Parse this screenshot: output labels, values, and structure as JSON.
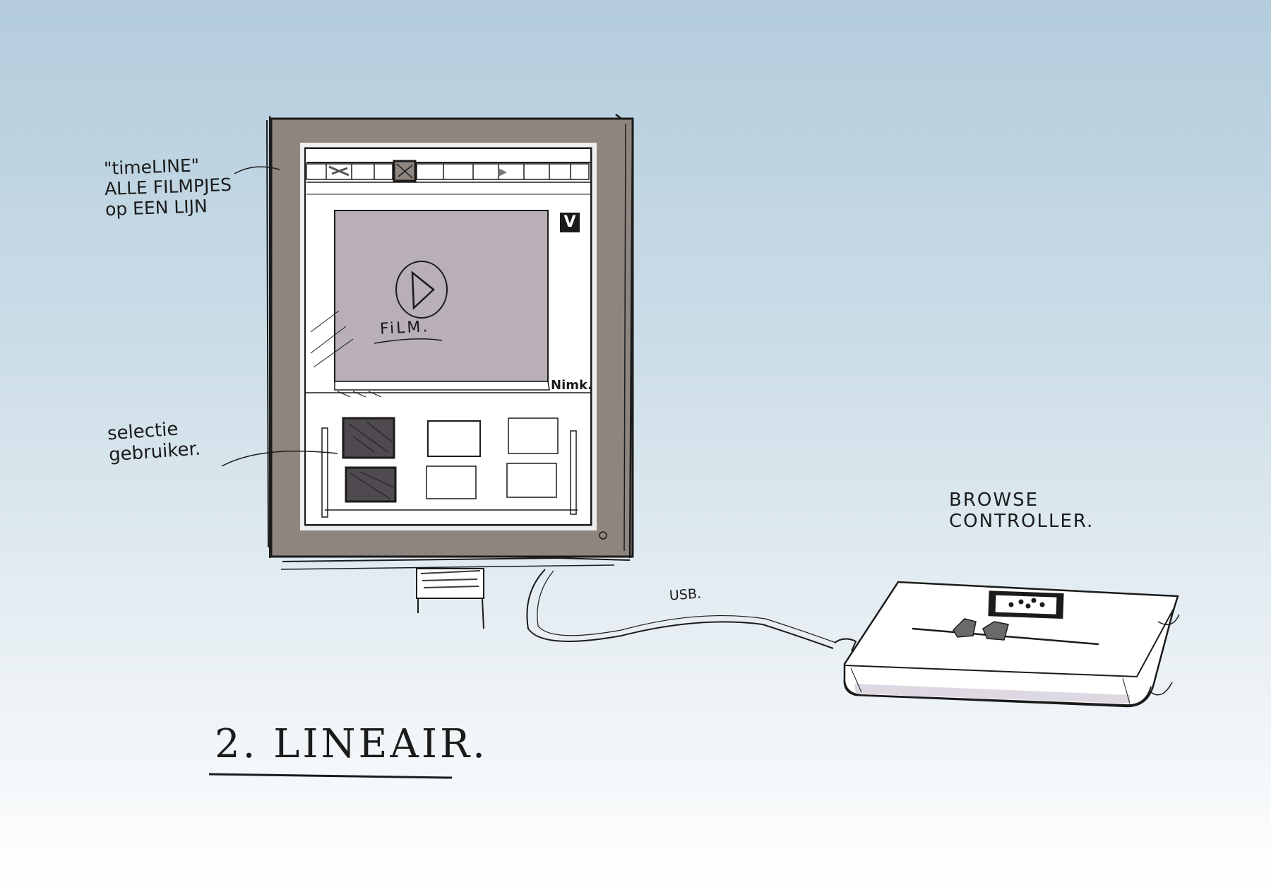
{
  "annotations": {
    "timeline": [
      "\"timeLINE\"",
      "ALLE FILMPJES",
      "op EEN LIJN"
    ],
    "selectie": [
      "selectie",
      "gebruiker."
    ],
    "browse_controller": [
      "BROWSE",
      "CONTROLLER."
    ],
    "usb": "USB.",
    "title": "2. LINEAIR."
  },
  "screen": {
    "film_label": "FiLM.",
    "brand": "Nimk.",
    "logo_letter": "V"
  },
  "colors": {
    "frame": "#8f857f",
    "video_area": "#b8afb8",
    "thumbnail_selected": "#4f4a4f",
    "ink": "#1b1b1b",
    "screen_bg": "#ffffff"
  },
  "icons": [
    "play-icon",
    "v-logo-icon",
    "power-dot-icon"
  ]
}
